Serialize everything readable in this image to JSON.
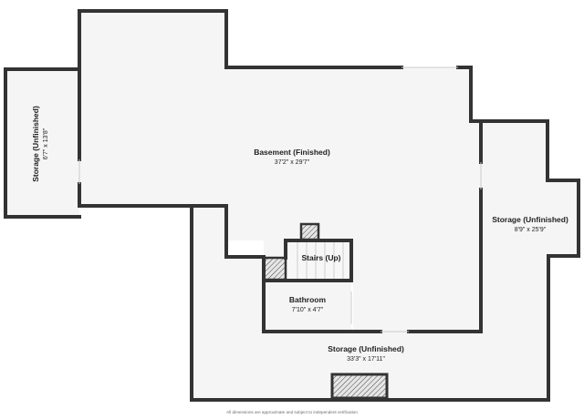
{
  "rooms": {
    "basement": {
      "name": "Basement (Finished)",
      "dims": "37'2\" x 29'7\""
    },
    "storage_left": {
      "name": "Storage (Unfinished)",
      "dims": "6'7\" x 13'8\""
    },
    "storage_right": {
      "name": "Storage (Unfinished)",
      "dims": "8'9\" x 25'9\""
    },
    "stairs": {
      "name": "Stairs (Up)"
    },
    "bathroom": {
      "name": "Bathroom",
      "dims": "7'10\" x 4'7\""
    },
    "storage_bottom": {
      "name": "Storage (Unfinished)",
      "dims": "33'3\" x 17'11\""
    }
  },
  "footer": {
    "disclaimer": "All dimensions are approximate and subject to independent verification"
  },
  "colors": {
    "wall": "#333333",
    "floor": "#f5f5f5",
    "hatch": "#555555"
  }
}
